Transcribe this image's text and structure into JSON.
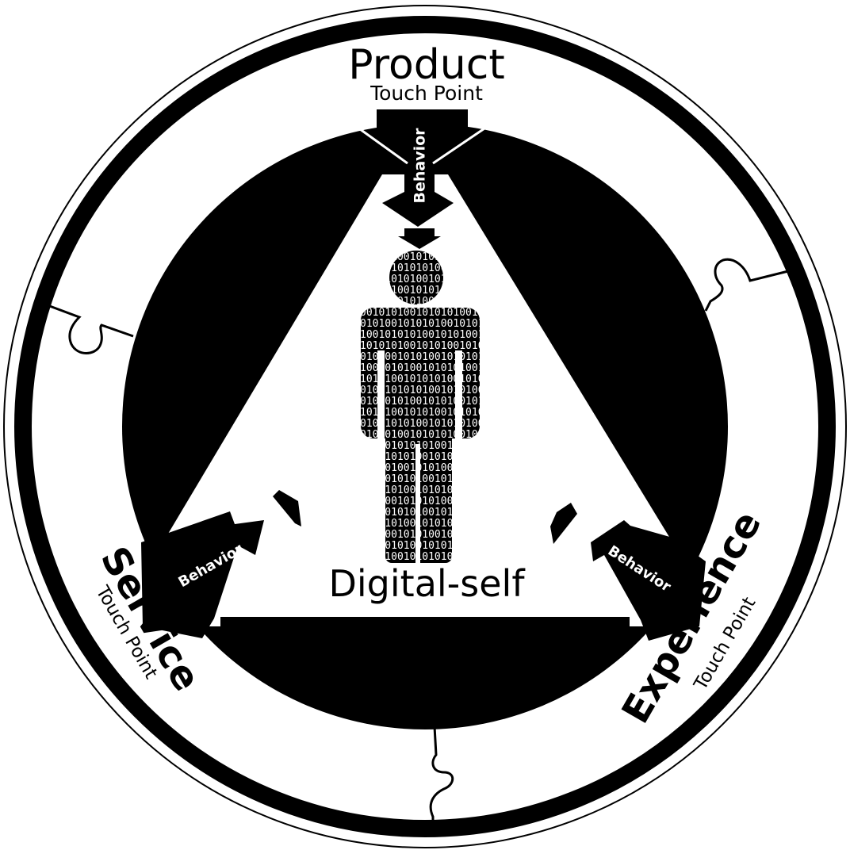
{
  "product": {
    "title": "Product",
    "subtitle": "Touch Point",
    "arrow_label": "Behavior"
  },
  "service": {
    "title": "Service",
    "subtitle": "Touch Point",
    "arrow_label": "Behavior"
  },
  "experience": {
    "title": "Experience",
    "subtitle": "Touch Point",
    "arrow_label": "Behavior"
  },
  "center": {
    "label": "Digital-self",
    "binary_pattern": "0101010010101010"
  },
  "colors": {
    "ink": "#000000",
    "paper": "#ffffff"
  }
}
